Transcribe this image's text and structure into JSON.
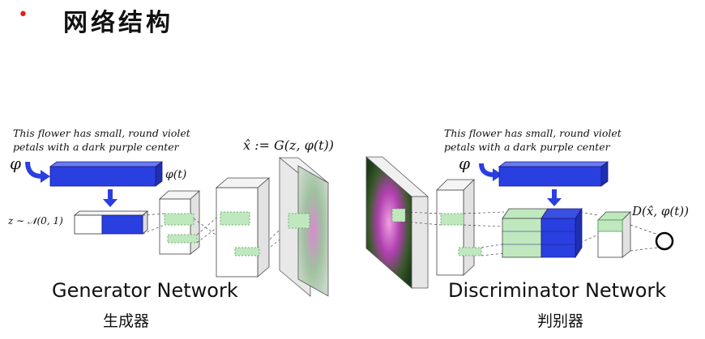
{
  "header": {
    "bullet": "•",
    "title": "网络结构"
  },
  "generator": {
    "caption_line1": "This flower has small, round violet",
    "caption_line2": "petals with a dark purple center",
    "phi": "φ",
    "phi_t": "φ(t)",
    "z_label": "z ∼ 𝒩(0, 1)",
    "output_label": "x̂ := G(z, φ(t))",
    "name": "Generator Network",
    "name_cn": "生成器"
  },
  "discriminator": {
    "caption_line1": "This flower has small, round violet",
    "caption_line2": "petals with a dark purple center",
    "phi": "φ",
    "output_label": "D(x̂, φ(t))",
    "name": "Discriminator Network",
    "name_cn": "判别器"
  },
  "colors": {
    "embedding_blue": "#2a3fe0",
    "feature_green": "#bfe8bf",
    "arrow_blue": "#2a3fe0"
  }
}
